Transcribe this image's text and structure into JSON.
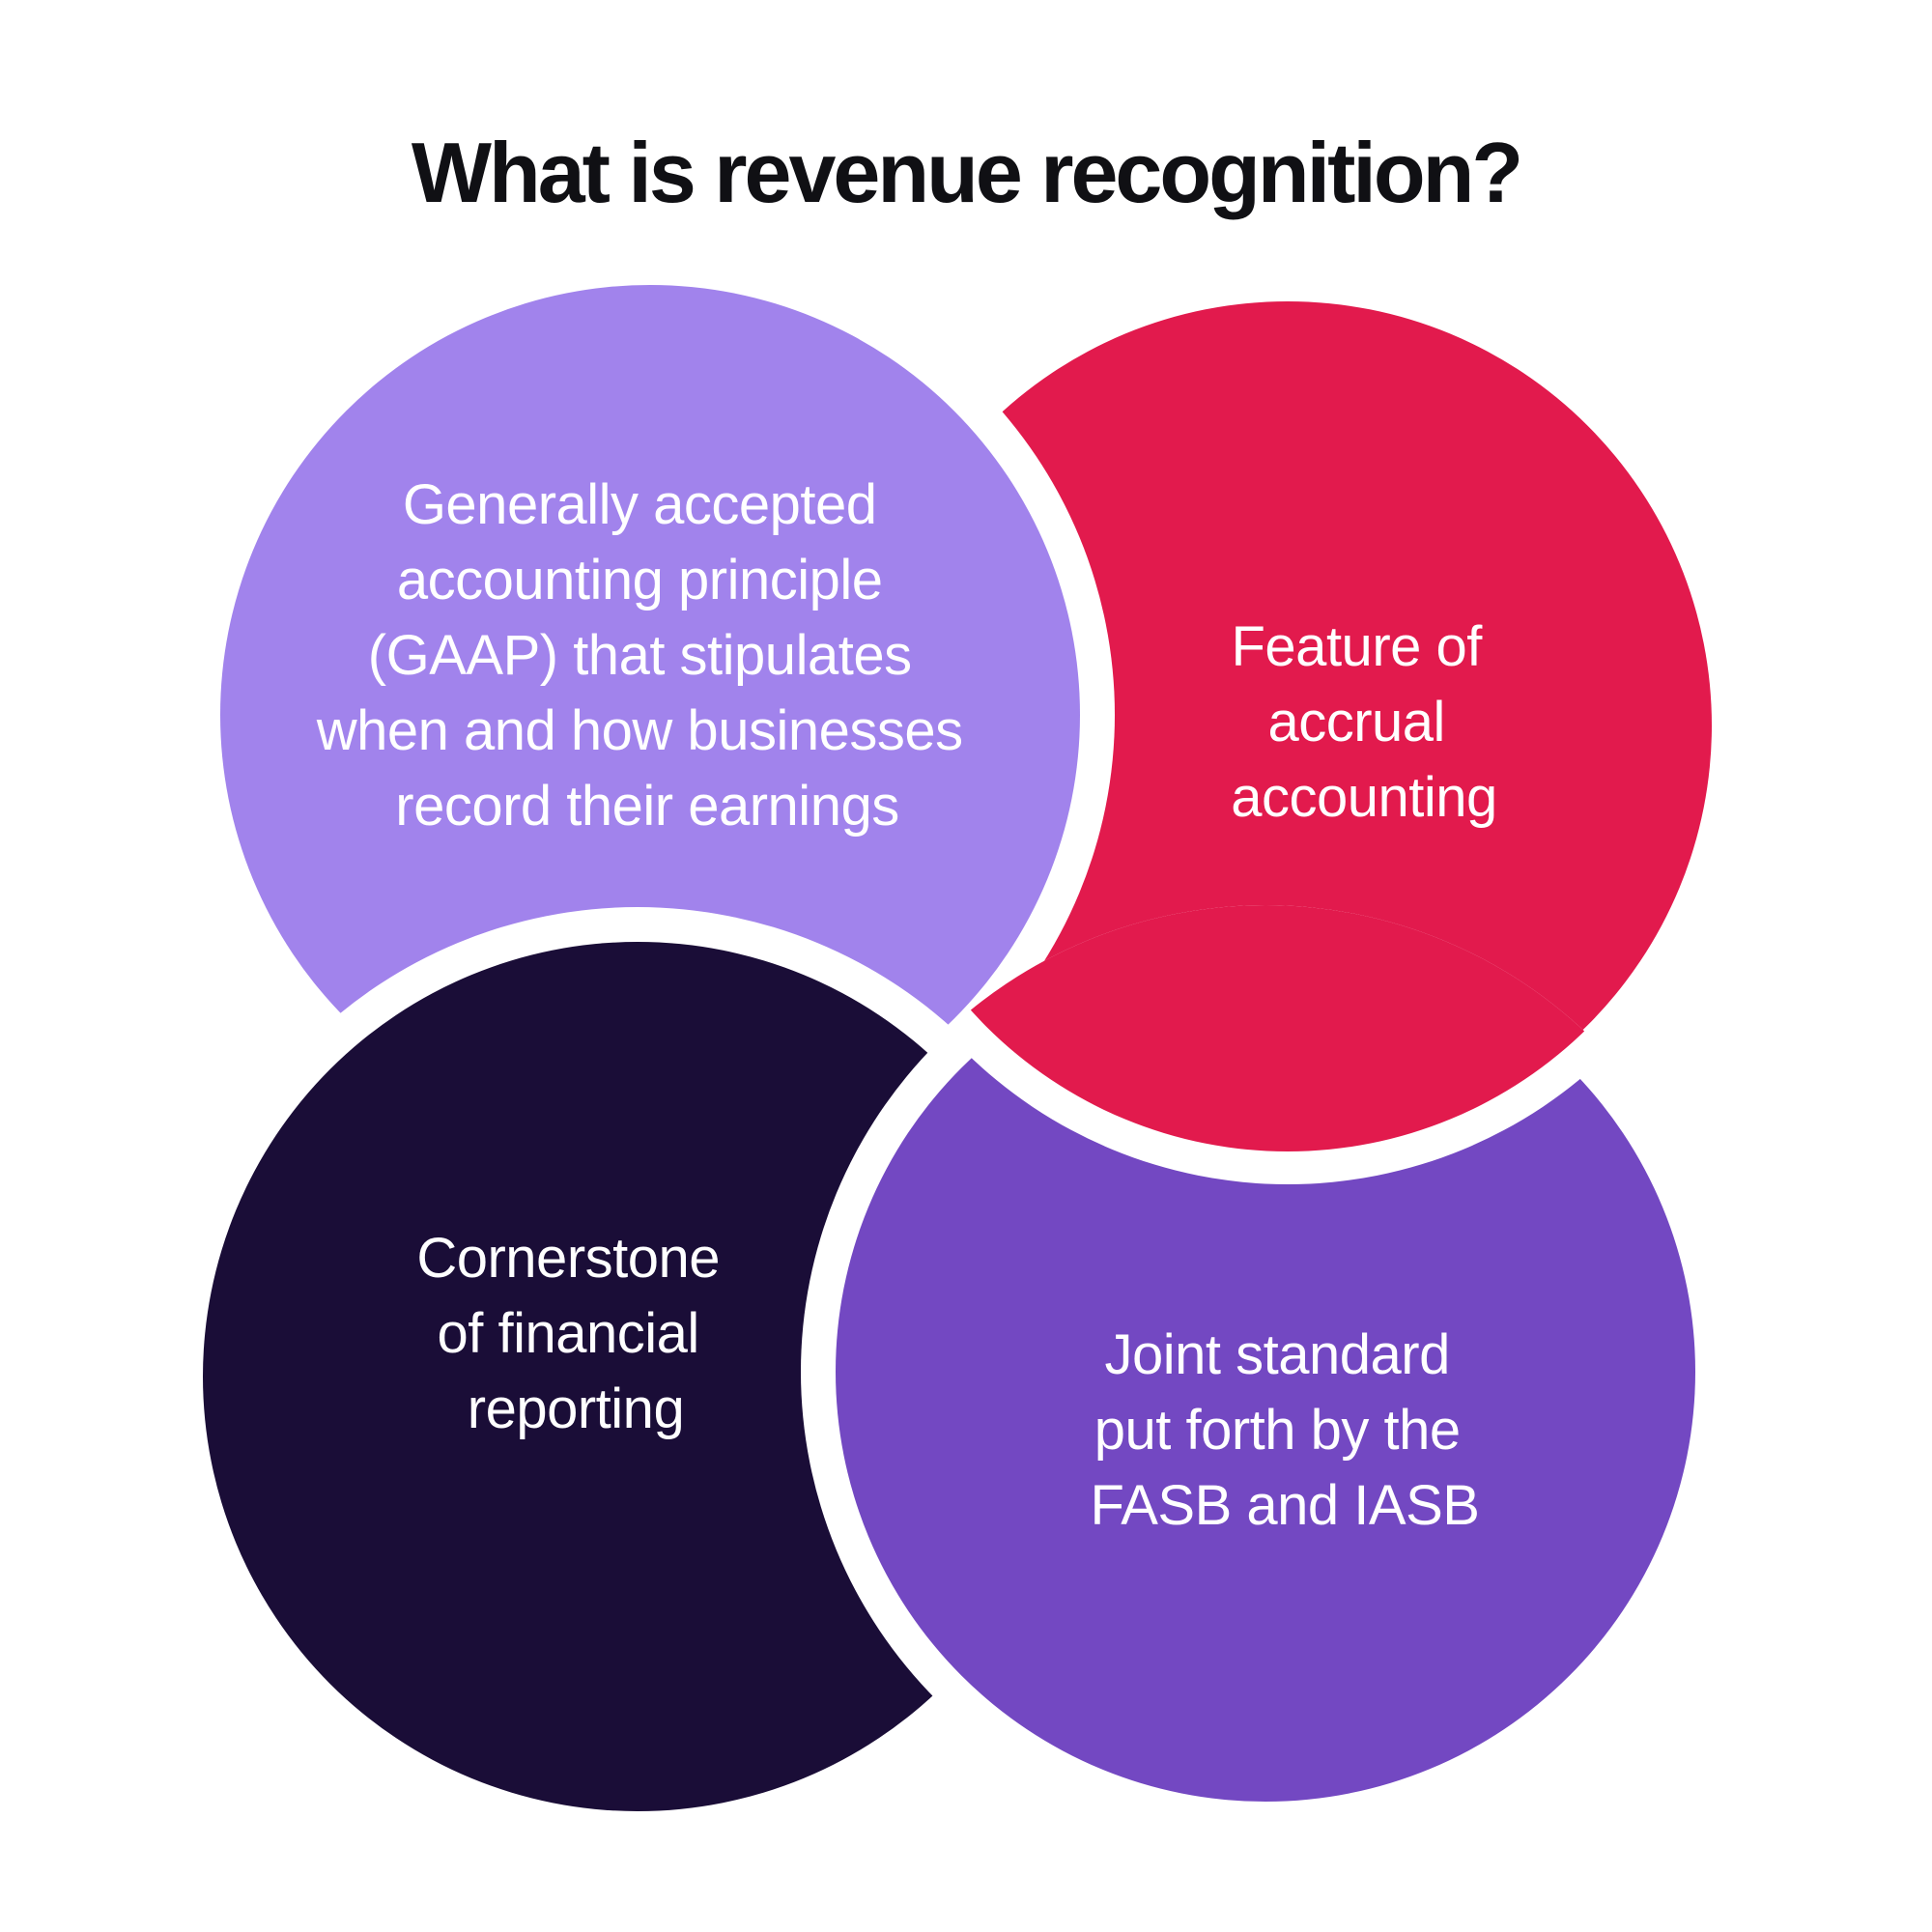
{
  "title": "What is revenue recognition?",
  "colors": {
    "background": "#ffffff",
    "title": "#101014",
    "ring": "#ffffff",
    "text": "#ffffff"
  },
  "circles": [
    {
      "id": "gaap",
      "color": "#A183EC",
      "lines": [
        "Generally accepted",
        "accounting principle",
        "(GAAP) that stipulates",
        "when and how businesses",
        "record their earnings"
      ]
    },
    {
      "id": "accrual",
      "color": "#E21A4D",
      "lines": [
        "Feature of",
        "accrual",
        "accounting"
      ]
    },
    {
      "id": "cornerstone",
      "color": "#1A0D37",
      "lines": [
        "Cornerstone",
        "of financial",
        "reporting"
      ]
    },
    {
      "id": "joint-standard",
      "color": "#7348C2",
      "lines": [
        "Joint standard",
        "put forth by the",
        "FASB and IASB"
      ]
    }
  ]
}
